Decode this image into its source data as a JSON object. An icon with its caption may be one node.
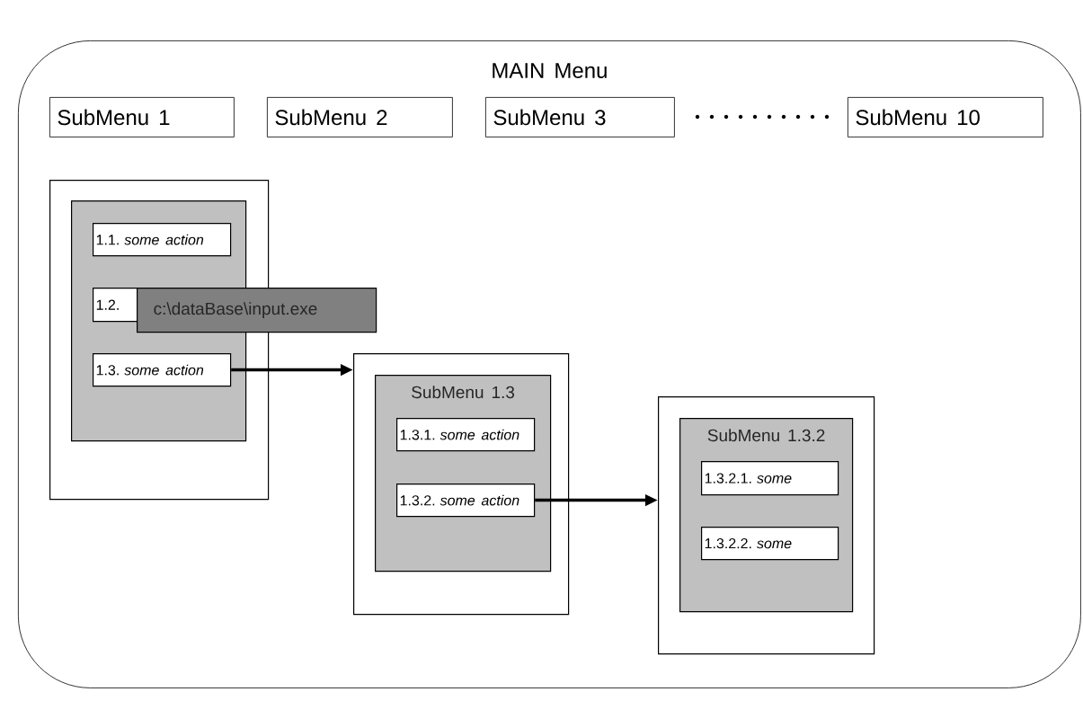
{
  "diagram": {
    "nodes": [
      {
        "text": [
          "MAIN Menu"
        ]
      },
      {
        "text": [
          "SubMenu 1"
        ],
        "in": 0
      },
      {
        "text": [
          "SubMenu 2"
        ],
        "in": 0
      },
      {
        "text": [
          "SubMenu 3"
        ],
        "in": 0
      },
      {
        "text": [
          "SubMenu 10"
        ],
        "in": 0
      },
      {
        "text": [],
        "shape": "box",
        "in": 0
      },
      {
        "text": [],
        "shape": "box",
        "in": 5
      },
      {
        "text": [
          "1.1. *some action*"
        ],
        "in": 6
      },
      {
        "text": [
          "1.2."
        ],
        "in": 6
      },
      {
        "text": [
          "1.3. *some action*"
        ],
        "in": 6
      },
      {
        "text": [
          "c:\\dataBase\\input.exe"
        ],
        "in": 0
      },
      {
        "text": [],
        "shape": "box",
        "in": 0
      },
      {
        "text": [
          "SubMenu 1.3"
        ],
        "in": 11
      },
      {
        "text": [
          "1.3.1. *some action*"
        ],
        "in": 12
      },
      {
        "text": [
          "1.3.2. *some action*"
        ],
        "in": 12
      },
      {
        "text": [],
        "shape": "box",
        "in": 0
      },
      {
        "text": [
          "SubMenu 1.3.2"
        ],
        "in": 15
      },
      {
        "text": [
          "1.3.2.1. *some*"
        ],
        "in": 16
      },
      {
        "text": [
          "1.3.2.2. *some*"
        ],
        "in": 16
      }
    ],
    "edges": [
      {
        "from": 9,
        "to": 11,
        "arrow": "to"
      },
      {
        "from": 14,
        "to": 15,
        "arrow": "to"
      }
    ]
  }
}
